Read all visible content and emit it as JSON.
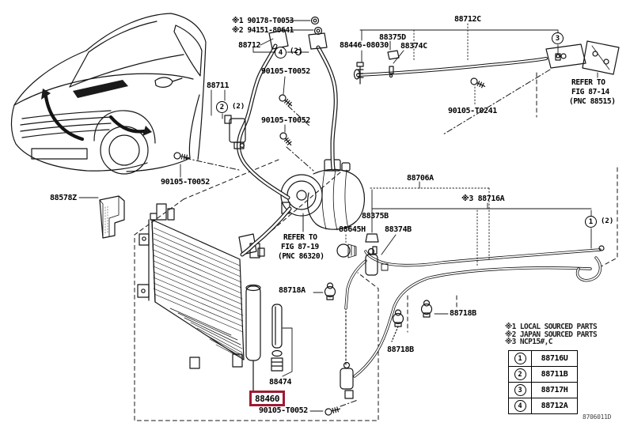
{
  "diagram": {
    "background": "#ffffff",
    "line_color": "#141414",
    "highlight_color": "#9e1b32",
    "description": "Toyota air-conditioner condenser / piping exploded parts diagram"
  },
  "labels": {
    "ref1_part": "※1 90178-T0053",
    "ref2_part": "※2 94151-80641",
    "hose_88712": "88712",
    "bracket_88711": "88711",
    "bolt_90105_t0052": "90105-T0052",
    "bolt_90105_t0241": "90105-T0241",
    "pipe_88712c": "88712C",
    "stud_88446": "88446-08030",
    "cap_88375d": "88375D",
    "valve_88374c": "88374C",
    "pipe_88706a": "88706A",
    "pipe_88716a": "※3 88716A",
    "cap_88375b": "88375B",
    "sensor_88645h": "88645H",
    "valve_88374b": "88374B",
    "seal_88578z": "88578Z",
    "clamp_88718a": "88718A",
    "clamp_88718b": "88718B",
    "drier_88474": "88474",
    "condenser_88460": "88460",
    "qty_2": "(2)"
  },
  "notes": {
    "fig8714": {
      "l1": "REFER TO",
      "l2": "FIG 87-14",
      "l3": "(PNC 88515)"
    },
    "fig8719": {
      "l1": "REFER TO",
      "l2": "FIG 87-19",
      "l3": "(PNC 86320)"
    }
  },
  "callouts": {
    "c1": "1",
    "c2": "2",
    "c3": "3",
    "c4": "4"
  },
  "legend": {
    "line1": "※1 LOCAL SOURCED PARTS",
    "line2": "※2 JAPAN SOURCED PARTS",
    "line3": "※3 NCP15#,C"
  },
  "reference_table": {
    "rows": [
      {
        "num": "1",
        "part": "88716U"
      },
      {
        "num": "2",
        "part": "88711B"
      },
      {
        "num": "3",
        "part": "88717H"
      },
      {
        "num": "4",
        "part": "88712A"
      }
    ]
  },
  "footer": {
    "drawing_code": "8706011D"
  }
}
